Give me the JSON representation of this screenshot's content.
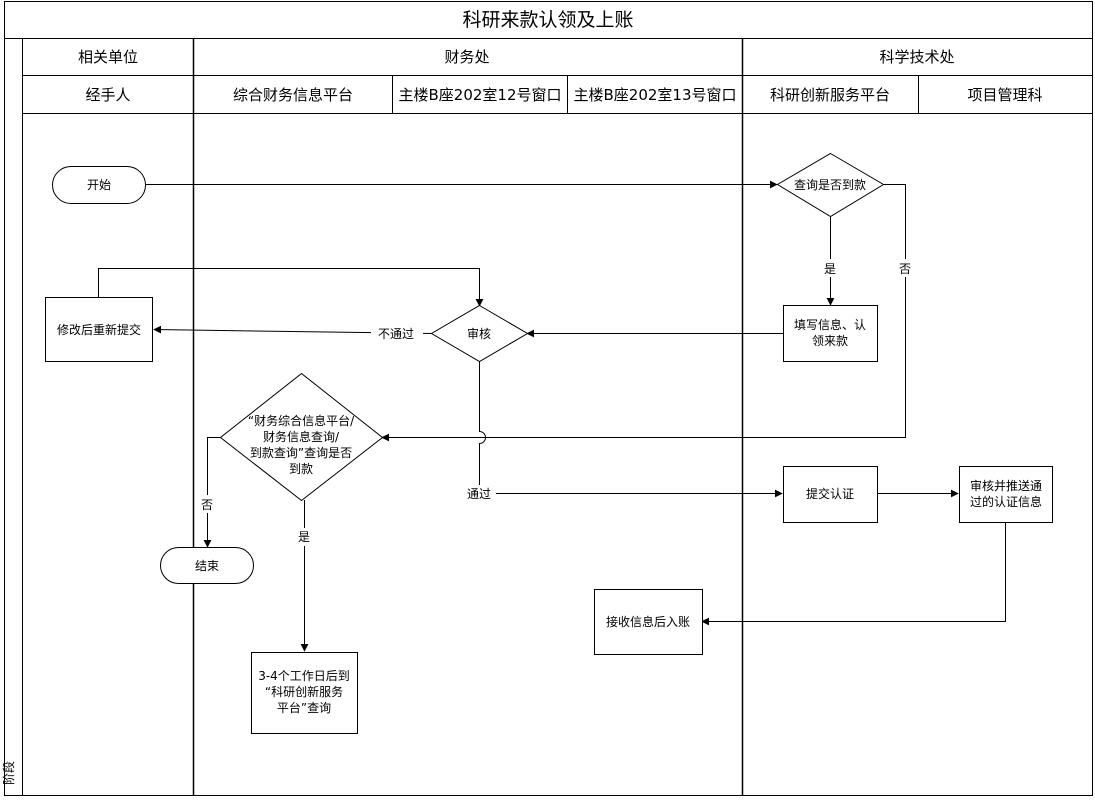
{
  "title": "科研来款认领及上账",
  "stage_label": "阶段",
  "departments": {
    "related_unit": "相关单位",
    "finance": "财务处",
    "science": "科学技术处"
  },
  "lanes": {
    "handler": "经手人",
    "fin_platform": "综合财务信息平台",
    "window_12": "主楼B座202室12号窗口",
    "window_13": "主楼B座202室13号窗口",
    "sci_platform": "科研创新服务平台",
    "project_mgmt": "项目管理科"
  },
  "nodes": {
    "start": "开始",
    "query_arrival": "查询是否到款",
    "fill_info": [
      "填写信息、认",
      "领来款"
    ],
    "review": "审核",
    "revise": "修改后重新提交",
    "fin_query": [
      "“财务综合信息平台/",
      "财务信息查询/",
      "到款查询”查询是否",
      "到款"
    ],
    "end": "结束",
    "wait_query": [
      "3-4个工作日后到",
      "“科研创新服务",
      "平台”查询"
    ],
    "submit_cert": "提交认证",
    "review_push": [
      "审核并推送通",
      "过的认证信息"
    ],
    "post_account": "接收信息后入账"
  },
  "edges": {
    "yes_1": "是",
    "no_1": "否",
    "not_pass": "不通过",
    "pass": "通过",
    "no_2": "否",
    "yes_2": "是"
  }
}
